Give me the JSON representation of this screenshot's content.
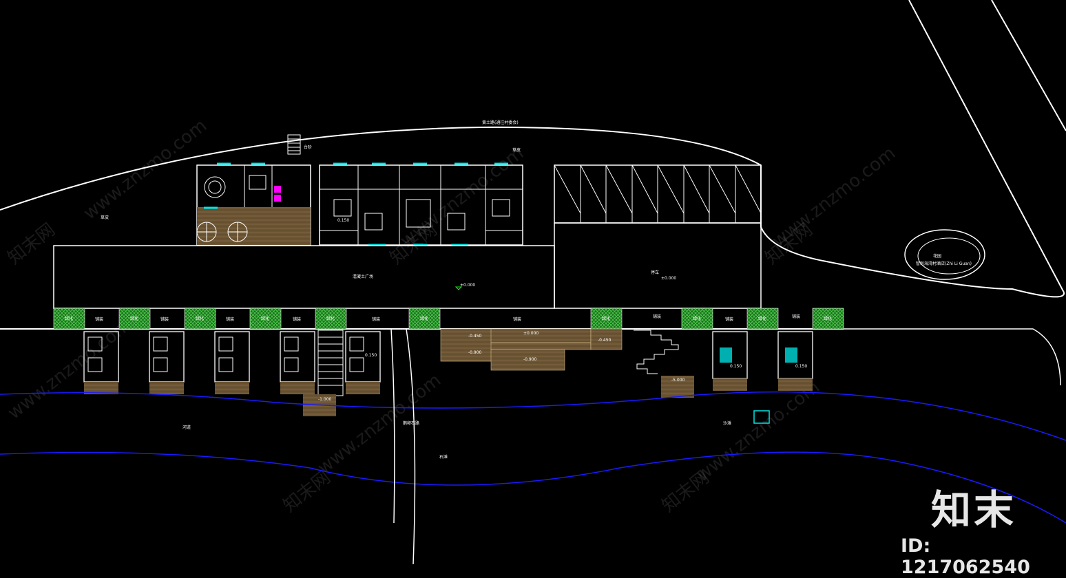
{
  "labels": {
    "road_top": "黄土路(通往村委会)",
    "steps_top": "台阶",
    "lawn_left": "草皮",
    "lawn_right": "草皮",
    "plaza": "混凝土广场",
    "parking": "停车",
    "garden_name": "花园",
    "garden_sub": "智利海湾村酒店(Zhi Li Guan)",
    "river_bank": "河道",
    "path_river": "鹅卵石路",
    "stone_area": "石滩",
    "beach": "沙滩",
    "green_strip": "绿化",
    "walkway": "铺装"
  },
  "levels": {
    "plaza": "±0.000",
    "parking": "±0.000",
    "room": "0.150",
    "dock_a": "-0.450",
    "dock_b": "±0.000",
    "dock_c": "-0.450",
    "dock_d": "-0.900",
    "dock_e": "-0.900",
    "platform": "-5.000",
    "stair_platform": "-1.000"
  },
  "watermarks": {
    "site": "www.znzmo.com",
    "brand_cn": "知末网"
  },
  "brand": {
    "logo_text": "知末",
    "id_text": "ID: 1217062540"
  },
  "colors": {
    "line": "#ffffff",
    "cyan": "#00e5e5",
    "green_hatch": "#2f8f2f",
    "wood": "#6b5434",
    "river": "#1a1aff",
    "magenta": "#ff00ff",
    "level_mark": "#00ff00"
  }
}
